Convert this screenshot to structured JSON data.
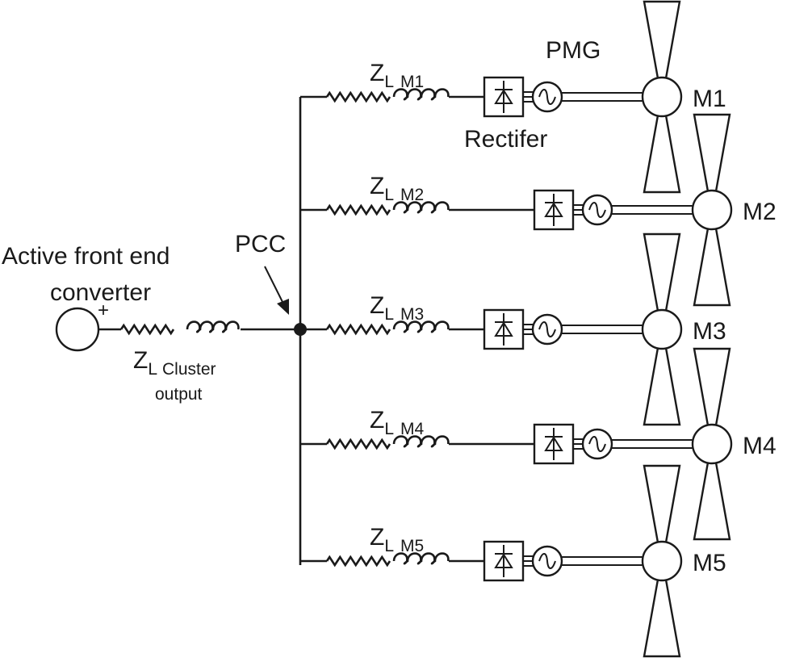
{
  "source": {
    "title_line1": "Active front end",
    "title_line2": "converter",
    "polarity": "+"
  },
  "pcc_label": "PCC",
  "cluster_impedance": {
    "symbol": "Z",
    "subscript": "L",
    "suffix": "Cluster",
    "line2": "output"
  },
  "rectifier_label": "Rectifer",
  "generator_label": "PMG",
  "branches": [
    {
      "impedance": "M1",
      "machine": "M1"
    },
    {
      "impedance": "M2",
      "machine": "M2"
    },
    {
      "impedance": "M3",
      "machine": "M3"
    },
    {
      "impedance": "M4",
      "machine": "M4"
    },
    {
      "impedance": "M5",
      "machine": "M5"
    }
  ],
  "impedance_symbol": "Z",
  "impedance_subscript": "L"
}
